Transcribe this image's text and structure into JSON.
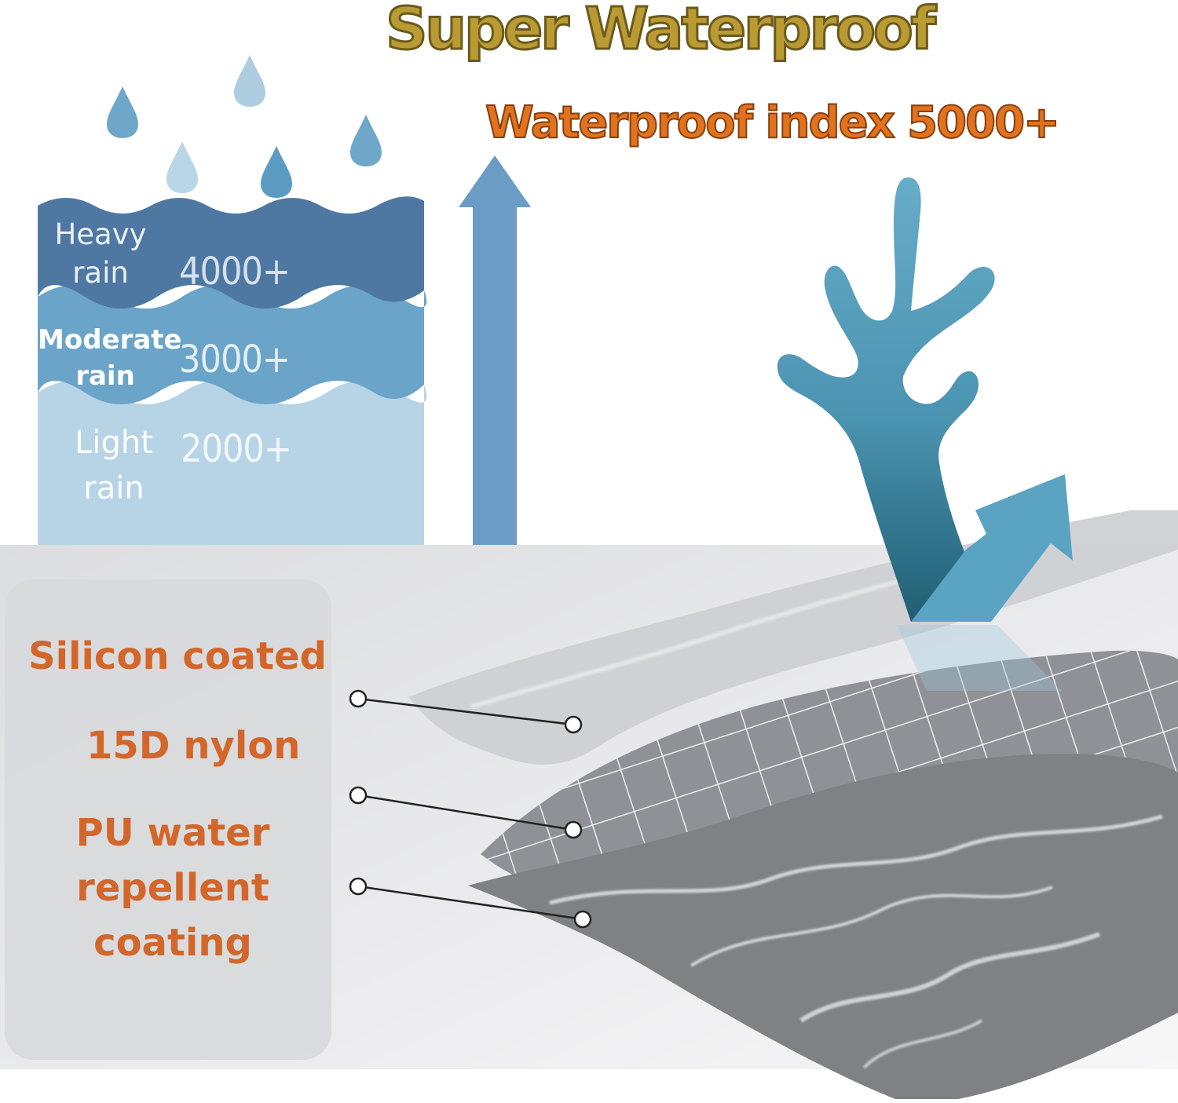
{
  "title": "Super Waterproof",
  "subtitle": "Waterproof index 5000+",
  "rain_levels": [
    {
      "label_line1": "Heavy",
      "label_line2": "rain",
      "value": "4000+"
    },
    {
      "label_line1": "Moderate",
      "label_line2": "rain",
      "value": "3000+"
    },
    {
      "label_line1": "Light",
      "label_line2": "rain",
      "value": "2000+"
    }
  ],
  "layers": [
    {
      "label": "Silicon coated"
    },
    {
      "label": "15D nylon"
    },
    {
      "label": "PU water repellent coating"
    }
  ],
  "colors": {
    "title": "#b99a33",
    "subtitle": "#e0731f",
    "heavy_band": "#4e78a2",
    "moderate_band": "#6aa4c8",
    "light_band": "#b6d4e6",
    "arrow": "#6a9cc6",
    "splash": "#5ba3c3",
    "layer_label": "#d3662a"
  },
  "icons": [
    "raindrop-icon",
    "up-arrow-icon",
    "water-splash-icon",
    "deflect-arrow-icon"
  ]
}
